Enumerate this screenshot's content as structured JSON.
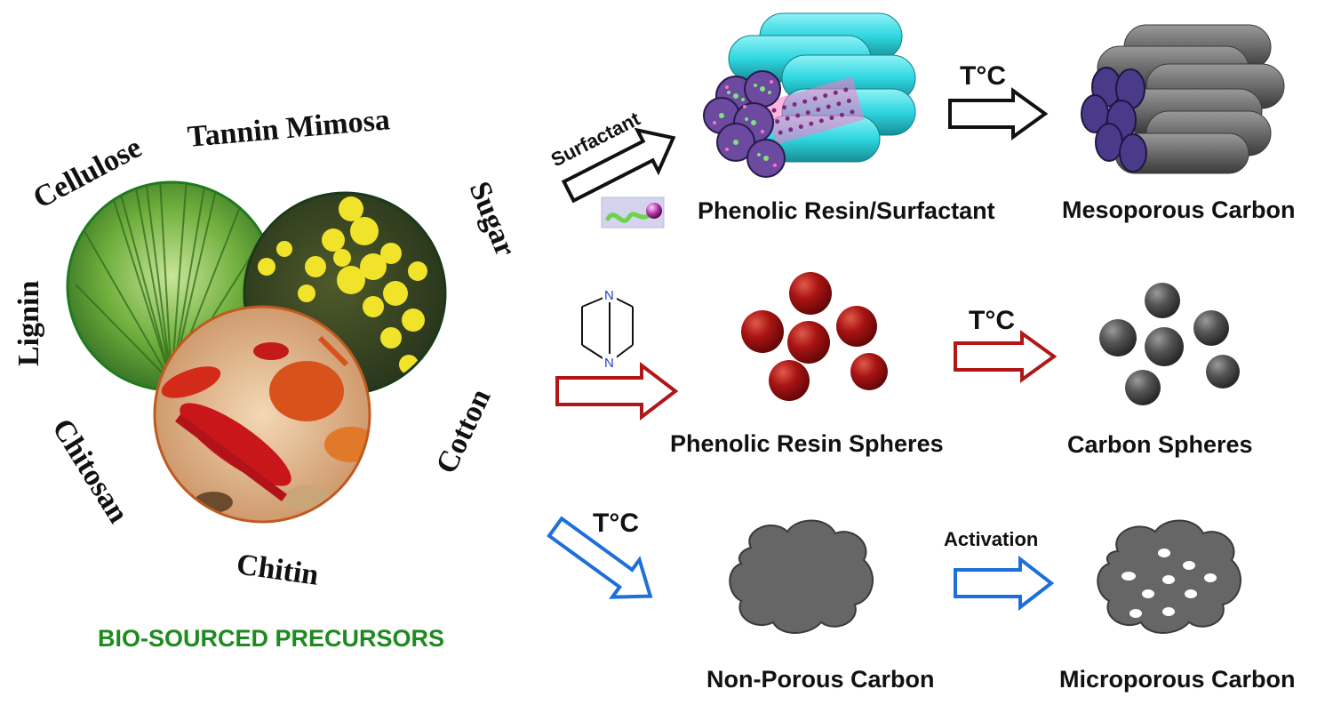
{
  "precursors": {
    "cellulose": "Cellulose",
    "tannin": "Tannin Mimosa",
    "sugar": "Sugar",
    "lignin": "Lignin",
    "cotton": "Cotton",
    "chitosan": "Chitosan",
    "chitin": "Chitin",
    "caption": "BIO-SOURCED PRECURSORS"
  },
  "route1": {
    "reagent": "Surfactant",
    "heat": "T°C",
    "intermediate": "Phenolic Resin/Surfactant",
    "product": "Mesoporous Carbon"
  },
  "route2": {
    "reagent_atom_top": "N",
    "reagent_atom_bottom": "N",
    "heat": "T°C",
    "intermediate": "Phenolic Resin Spheres",
    "product": "Carbon Spheres"
  },
  "route3": {
    "heat": "T°C",
    "step": "Activation",
    "intermediate": "Non-Porous Carbon",
    "product": "Microporous Carbon"
  },
  "colors": {
    "route1_arrow": "#111111",
    "route2_arrow": "#b01818",
    "route3_arrow": "#1e6fd9",
    "caption": "#1f8a1f",
    "cylinder_resin": "#2fd6e0",
    "cylinder_carbon": "#6e6e6e",
    "resin_sphere": "#9b1010",
    "carbon_sphere": "#4a4a4a"
  }
}
